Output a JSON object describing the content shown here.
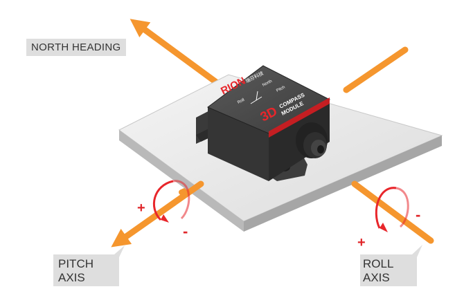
{
  "labels": {
    "north_heading": "NORTH HEADING",
    "pitch_axis_line1": "PITCH",
    "pitch_axis_line2": "AXIS",
    "roll_axis_line1": "ROLL",
    "roll_axis_line2": "AXIS"
  },
  "signs": {
    "pitch_plus": "+",
    "pitch_minus": "-",
    "roll_plus": "+",
    "roll_minus": "-"
  },
  "device": {
    "brand": "RION",
    "brand_sub": "瑞芬科技",
    "face_roll": "Roll",
    "face_north": "North",
    "face_pitch": "Pitch",
    "badge_3d": "3D",
    "badge_compass": "COMPASS",
    "badge_module": "MODULE"
  },
  "colors": {
    "axis": "#f5962e",
    "rotation": "#e8262b",
    "plate_top": "#ececec",
    "device_body": "#4a4a4a",
    "callout_fill": "#dedede"
  }
}
